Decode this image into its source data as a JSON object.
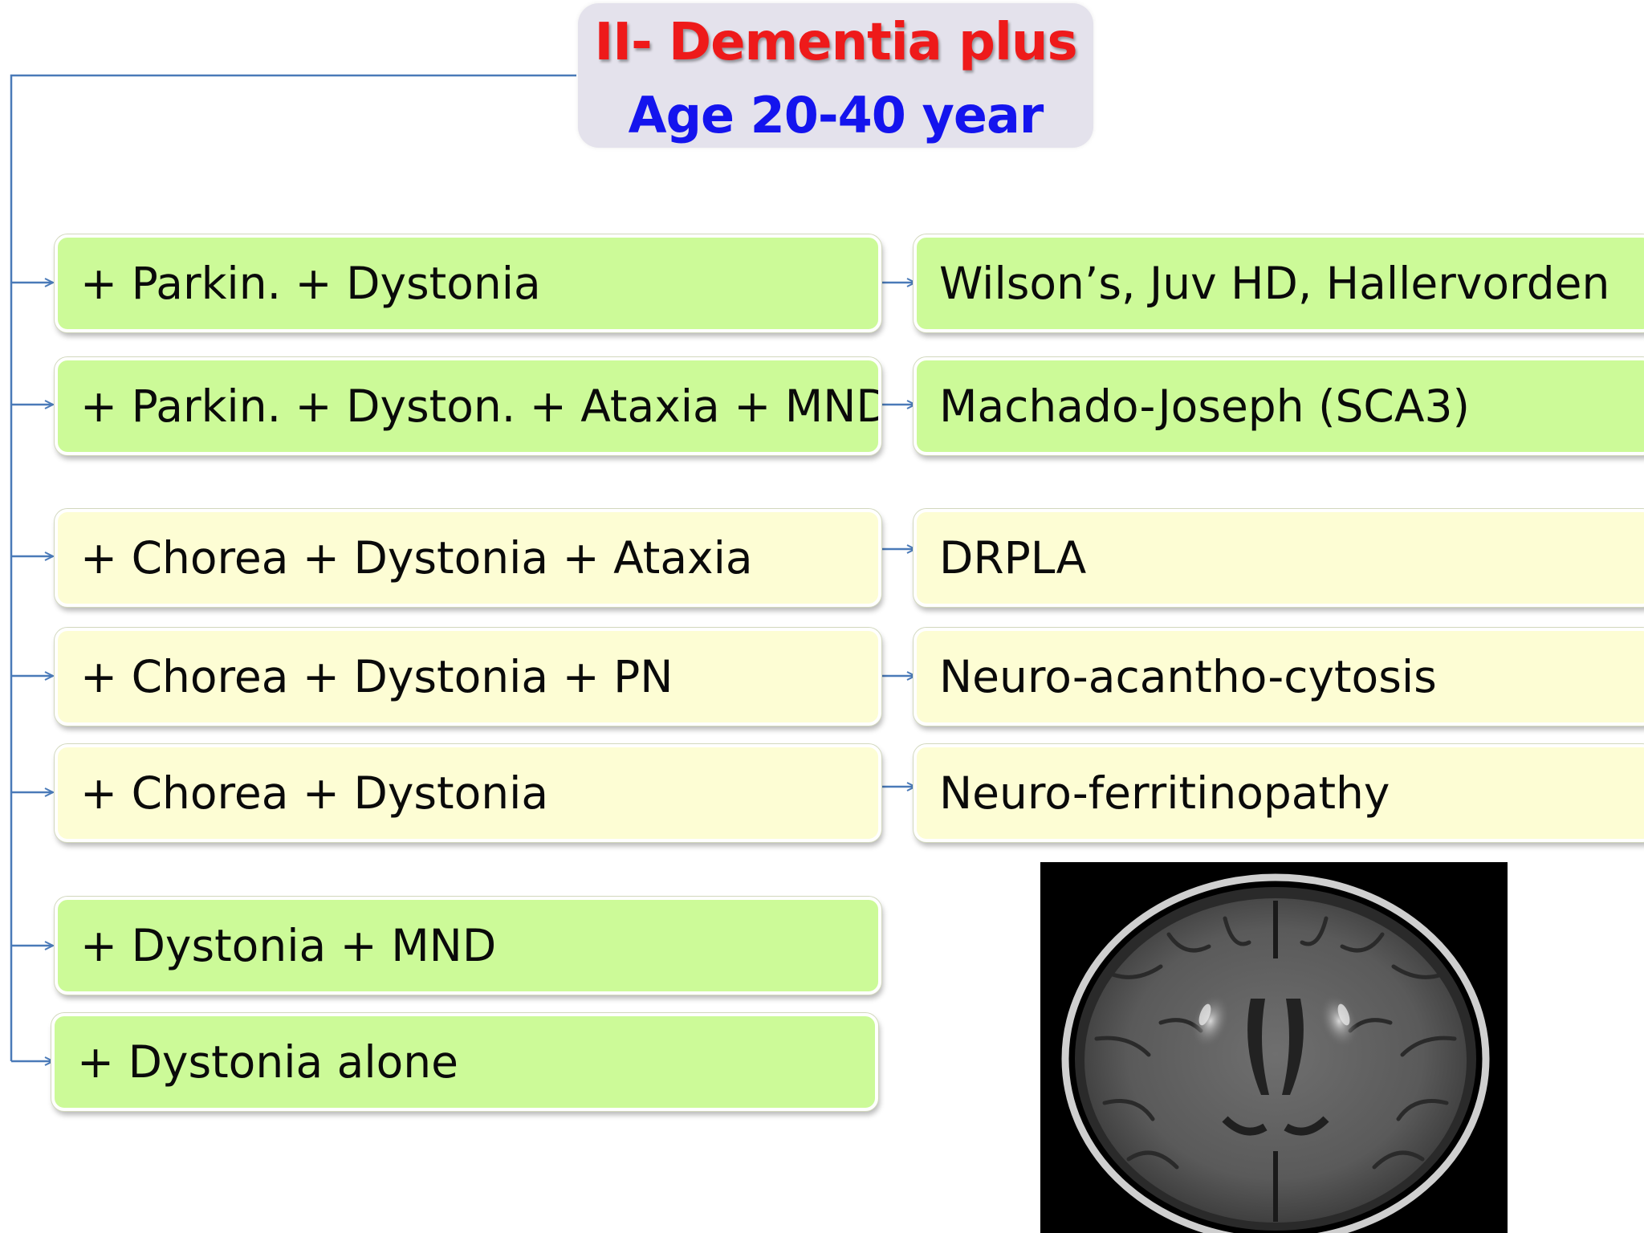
{
  "title": {
    "line1": "II- Dementia plus",
    "line2": "Age 20-40 year"
  },
  "colors": {
    "title_line1": "#ee1a1a",
    "title_line2": "#1414ee",
    "title_box": "#e4e2ec",
    "green_box": "#ccfa98",
    "yellow_box": "#fdfdd4",
    "connector": "#4a7ab8"
  },
  "rows": [
    {
      "feature": "+ Parkin. + Dystonia",
      "diagnosis": "Wilson’s, Juv HD, Hallervorden",
      "color": "green"
    },
    {
      "feature": "+ Parkin. + Dyston. + Ataxia + MND",
      "diagnosis": "Machado-Joseph (SCA3)",
      "color": "green"
    },
    {
      "feature": "+ Chorea + Dystonia + Ataxia",
      "diagnosis": "DRPLA",
      "color": "yellow"
    },
    {
      "feature": "+ Chorea + Dystonia + PN",
      "diagnosis": "Neuro-acantho-cytosis",
      "color": "yellow"
    },
    {
      "feature": "+ Chorea + Dystonia",
      "diagnosis": "Neuro-ferritinopathy",
      "color": "yellow"
    },
    {
      "feature": "+ Dystonia + MND",
      "color": "green"
    },
    {
      "feature": "+ Dystonia alone",
      "color": "green"
    }
  ],
  "image": {
    "kind": "axial brain MRI",
    "icon": "brain-mri-image"
  }
}
